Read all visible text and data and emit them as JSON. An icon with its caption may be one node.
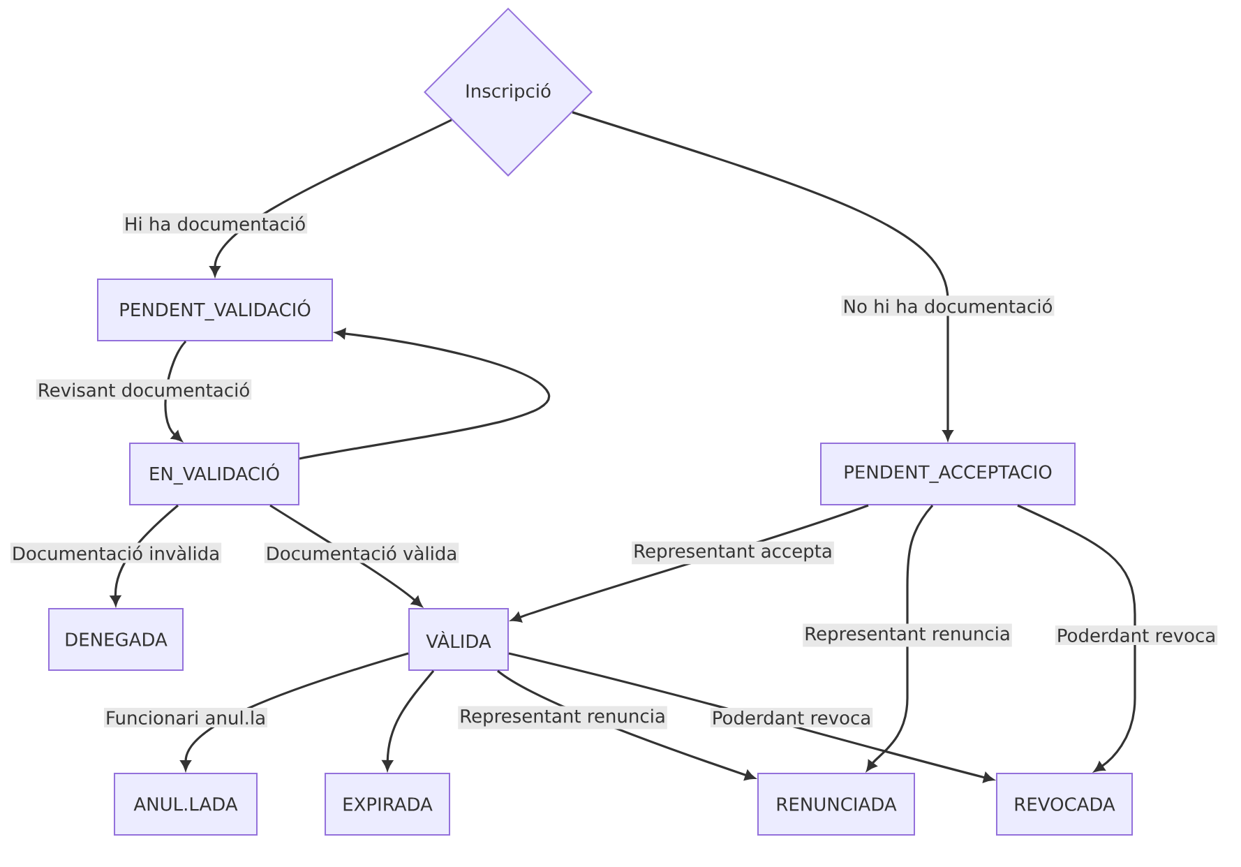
{
  "diagram": {
    "nodes": [
      {
        "text": [
          "Inscripció"
        ]
      },
      {
        "text": [
          "PENDENT_VALIDACIÓ"
        ]
      },
      {
        "text": [
          "EN_VALIDACIÓ"
        ]
      },
      {
        "text": [
          "PENDENT_ACCEPTACIO"
        ]
      },
      {
        "text": [
          "DENEGADA"
        ]
      },
      {
        "text": [
          "VÀLIDA"
        ]
      },
      {
        "text": [
          "ANUL.LADA"
        ]
      },
      {
        "text": [
          "EXPIRADA"
        ]
      },
      {
        "text": [
          "RENUNCIADA"
        ]
      },
      {
        "text": [
          "REVOCADA"
        ]
      }
    ],
    "edges": [
      {
        "from": 0,
        "to": 1,
        "arrow": "to",
        "label": "Hi ha documentació"
      },
      {
        "from": 0,
        "to": 3,
        "arrow": "to",
        "label": "No hi ha documentació"
      },
      {
        "from": 1,
        "to": 2,
        "arrow": "to",
        "label": "Revisant documentació"
      },
      {
        "from": 2,
        "to": 1,
        "arrow": "to"
      },
      {
        "from": 2,
        "to": 4,
        "arrow": "to",
        "label": "Documentació invàlida"
      },
      {
        "from": 2,
        "to": 5,
        "arrow": "to",
        "label": "Documentació vàlida"
      },
      {
        "from": 3,
        "to": 5,
        "arrow": "to",
        "label": "Representant accepta"
      },
      {
        "from": 3,
        "to": 8,
        "arrow": "to",
        "label": "Representant renuncia"
      },
      {
        "from": 3,
        "to": 9,
        "arrow": "to",
        "label": "Poderdant revoca"
      },
      {
        "from": 5,
        "to": 6,
        "arrow": "to",
        "label": "Funcionari anul.la"
      },
      {
        "from": 5,
        "to": 7,
        "arrow": "to"
      },
      {
        "from": 5,
        "to": 8,
        "arrow": "to",
        "label": "Representant renuncia"
      },
      {
        "from": 5,
        "to": 9,
        "arrow": "to",
        "label": "Poderdant revoca"
      }
    ]
  }
}
